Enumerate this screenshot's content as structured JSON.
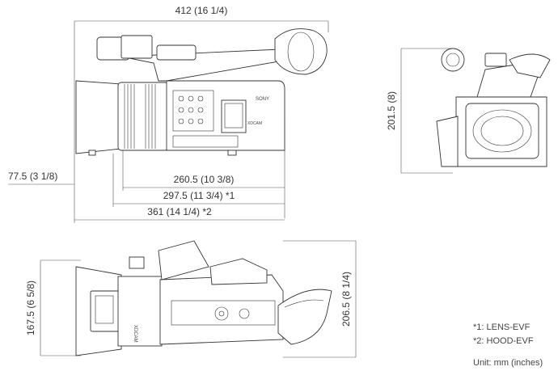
{
  "dimensions": {
    "overall_length": "412 (16 1/4)",
    "front_height": "201.5 (8)",
    "lens_protrusion": "77.5 (3 1/8)",
    "body_length": "260.5 (10 3/8)",
    "lens_evf_length": "297.5 (11 3/4) *1",
    "hood_evf_length": "361 (14 1/4) *2",
    "bottom_height_left": "167.5 (6 5/8)",
    "bottom_height_right": "206.5 (8 1/4)"
  },
  "camera_labels": {
    "brand": "SONY",
    "model": "XDCAM",
    "model_bottom": "XDCAM"
  },
  "legend": {
    "note1": "*1: LENS-EVF",
    "note2": "*2: HOOD-EVF",
    "unit": "Unit: mm (inches)"
  }
}
